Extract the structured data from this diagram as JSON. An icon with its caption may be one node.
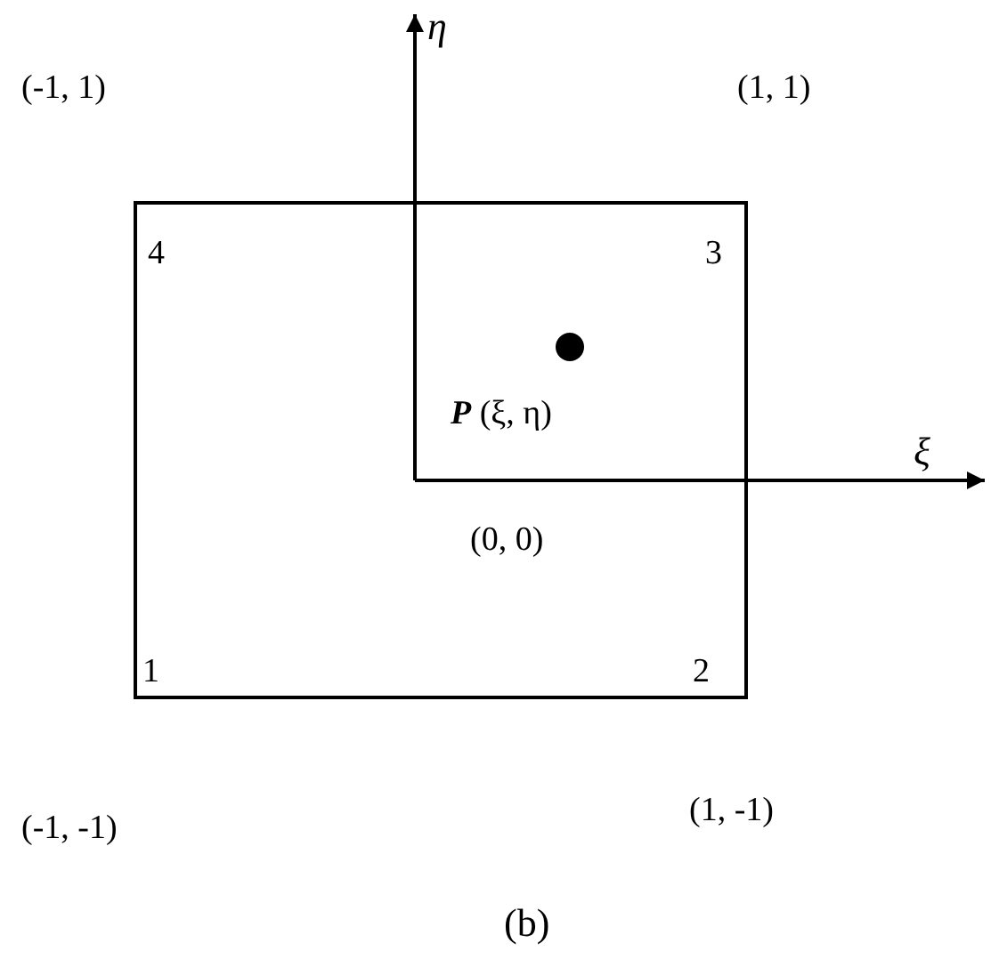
{
  "diagram": {
    "caption": "(b)",
    "nodes": [
      {
        "text": [
          "4",
          "3",
          "1",
          "2"
        ]
      }
    ],
    "labels": [
      "η",
      "(-1, 1)",
      "(1, 1)",
      "**P** (ξ, η)",
      "ξ",
      "(0, 0)",
      "(-1, -1)",
      "(1, -1)"
    ]
  }
}
